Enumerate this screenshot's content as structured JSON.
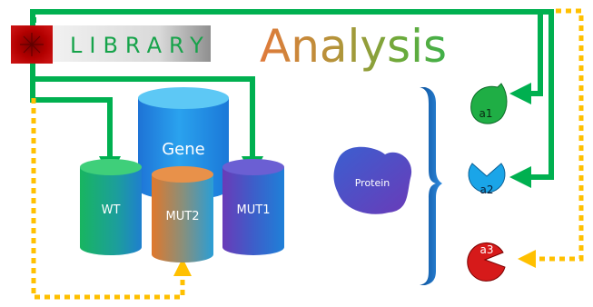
{
  "header": {
    "library_label": "LIBRARY",
    "analysis_title": "Analysis"
  },
  "cylinders": {
    "gene": "Gene",
    "wt": "WT",
    "mut2": "MUT2",
    "mut1": "MUT1"
  },
  "protein": {
    "label": "Protein"
  },
  "variants": {
    "a1": "a1",
    "a2": "a2",
    "a3": "a3"
  },
  "colors": {
    "connector_green": "#00b050",
    "connector_dashed": "#ffc000",
    "library_icon": "#c00000",
    "bracket": "#1f4e79"
  }
}
